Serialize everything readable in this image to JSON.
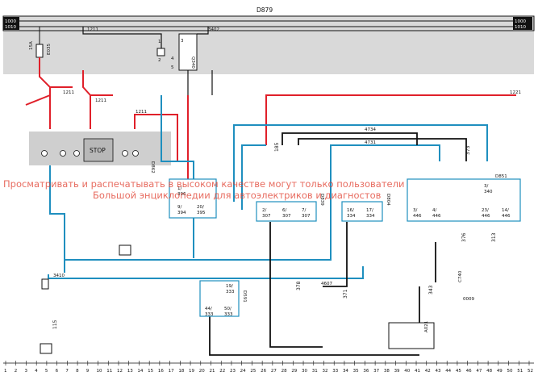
{
  "title": "D879",
  "bus_labels": [
    "1000",
    "1010"
  ],
  "top_ref": "1211",
  "top_ref2": "3402",
  "fuse_label": "15A",
  "fuse_code": "E035",
  "relay_code": "Q340",
  "relay_pins": [
    "1",
    "2",
    "3",
    "4",
    "5"
  ],
  "stop_label": "STOP",
  "wire_1221": "1221",
  "wire_4734": "4734",
  "wire_4731": "4731",
  "wire_3410": "3410",
  "wire_4607": "4607",
  "wire_0009": "0009",
  "connectors": {
    "d862": "D862",
    "d851": "D851",
    "d591": "D591",
    "d839": "D839",
    "d804": "D804",
    "a021": "A021",
    "c740": "C740"
  },
  "blocks": {
    "b396": [
      "1/",
      "396",
      "9/",
      "394",
      "20/",
      "395"
    ],
    "b307": [
      "2/",
      "307",
      "6/",
      "307",
      "7/",
      "307"
    ],
    "b334": [
      "16/",
      "334",
      "17/",
      "334"
    ],
    "b446": [
      "3/",
      "446",
      "4/",
      "446",
      "23/",
      "446",
      "14/",
      "446"
    ],
    "b340": [
      "3/",
      "340"
    ],
    "b333": [
      "19/",
      "333",
      "44/",
      "333",
      "50/",
      "333"
    ]
  },
  "terminals": [
    "185",
    "373",
    "115",
    "378",
    "371",
    "343",
    "376",
    "313"
  ],
  "bottom_scale": [
    "1",
    "2",
    "3",
    "4",
    "5",
    "6",
    "7",
    "8",
    "9",
    "10",
    "11",
    "12",
    "13",
    "14",
    "15",
    "16",
    "17",
    "18",
    "19",
    "20",
    "21",
    "22",
    "23",
    "24",
    "25",
    "26",
    "27",
    "28",
    "29",
    "30",
    "31",
    "32",
    "33",
    "34",
    "35",
    "36",
    "37",
    "38",
    "39",
    "40",
    "41",
    "42",
    "43",
    "44",
    "45",
    "46",
    "47",
    "48",
    "49",
    "50",
    "51",
    "52"
  ],
  "watermark": [
    "Просматривать и распечатывать в высоком качестве могут только пользователи",
    "Большой энциклопедии для автоэлектриков и диагностов"
  ],
  "colors": {
    "red": "#e0202a",
    "blue": "#1f8fbf",
    "black": "#111111",
    "grey": "#d4d4d4",
    "panel": "#cfcfcf"
  }
}
